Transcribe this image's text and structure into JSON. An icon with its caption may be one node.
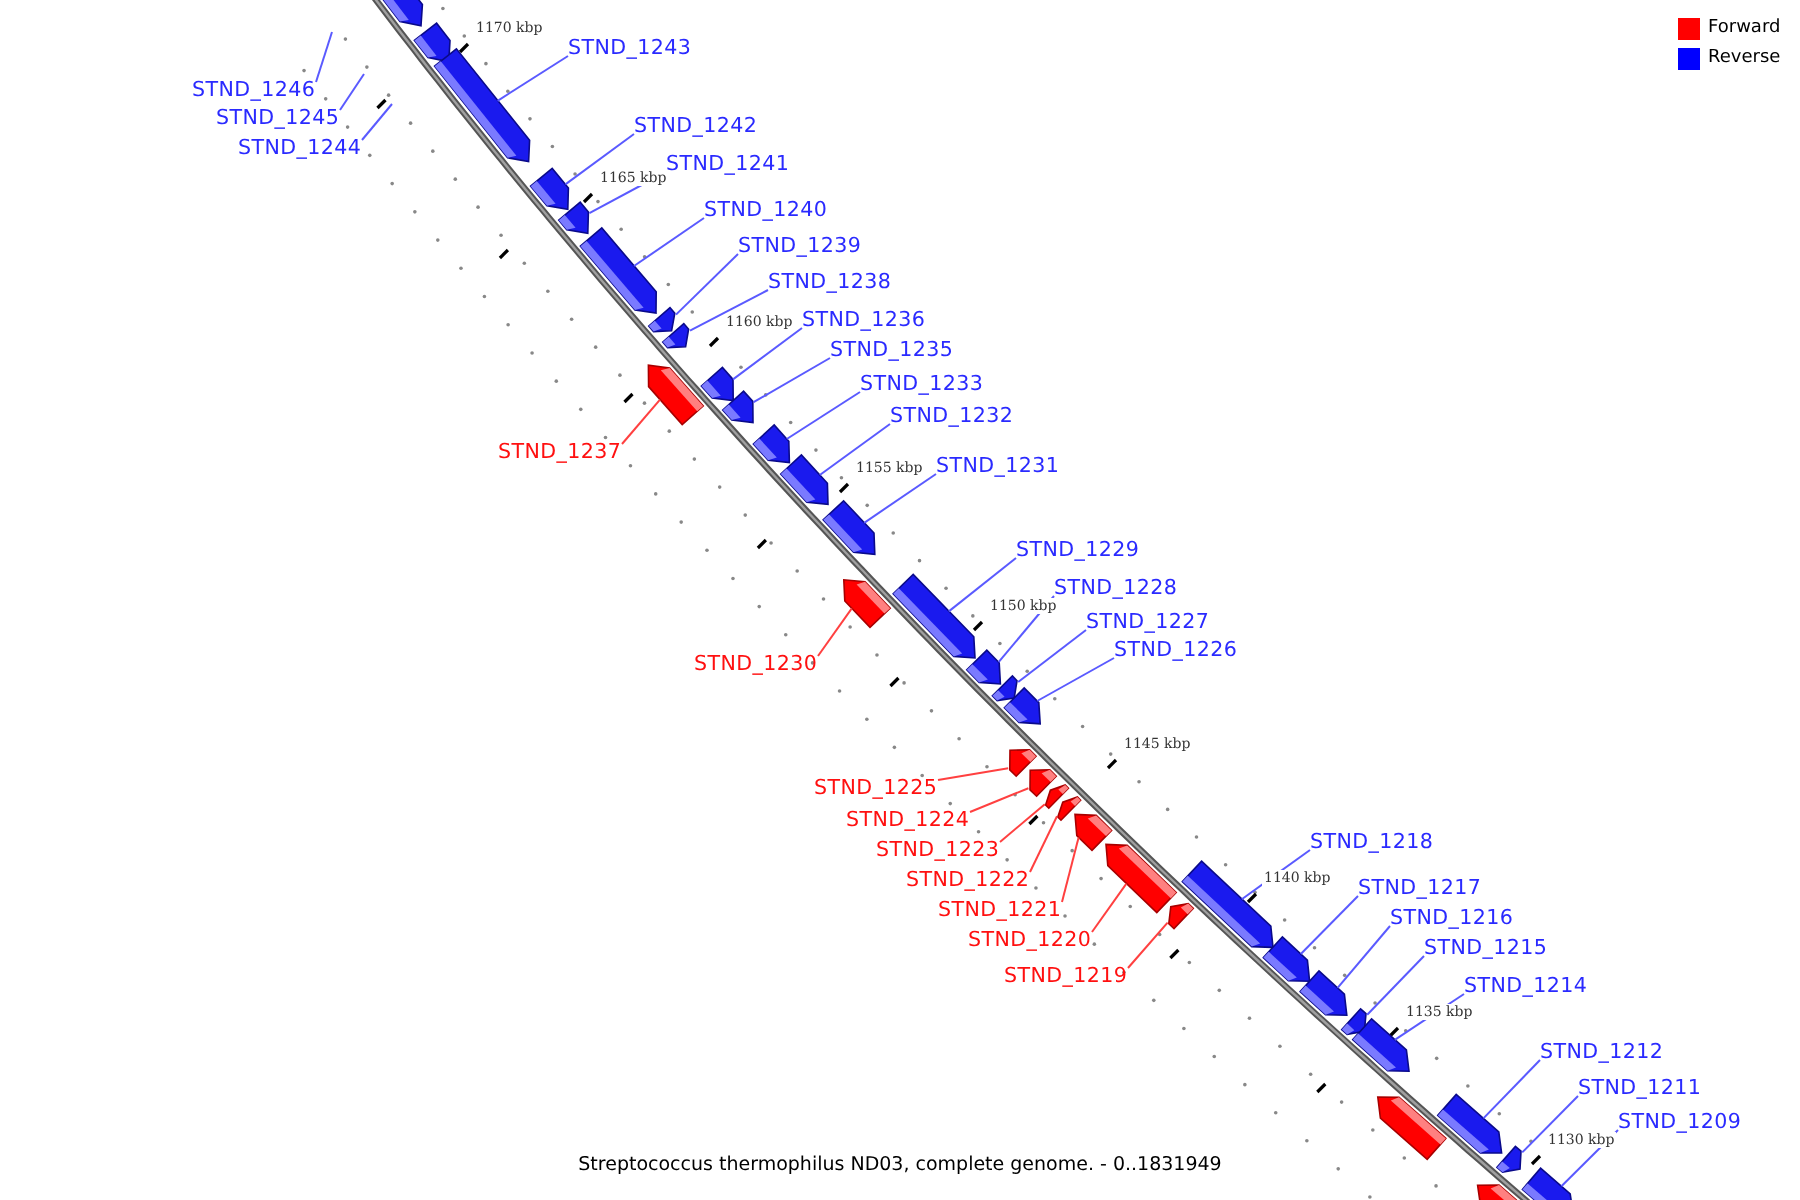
{
  "diagram": {
    "caption": "Streptococcus thermophilus ND03, complete genome. - 0..1831949",
    "nodes": [
      {
        "text": [],
        "shape": "pentagon"
      },
      {
        "text": [],
        "shape": "pentagon"
      },
      {
        "text": [
          "STND_1246"
        ]
      },
      {
        "text": [
          "STND_1245"
        ]
      },
      {
        "text": [
          "STND_1244"
        ]
      },
      {
        "text": [
          "STND_1243"
        ]
      },
      {
        "text": [],
        "shape": "pentagon"
      },
      {
        "text": [
          "STND_1242"
        ]
      },
      {
        "text": [],
        "shape": "pentagon"
      },
      {
        "text": [
          "STND_1241"
        ]
      },
      {
        "text": [],
        "shape": "pentagon"
      },
      {
        "text": [
          "STND_1240"
        ]
      },
      {
        "text": [],
        "shape": "pentagon"
      },
      {
        "text": [
          "STND_1239"
        ]
      },
      {
        "text": [],
        "shape": "pentagon"
      },
      {
        "text": [
          "STND_1238"
        ]
      },
      {
        "text": [],
        "shape": "pentagon"
      },
      {
        "text": [
          "STND_1237"
        ]
      },
      {
        "text": [],
        "shape": "pentagon"
      },
      {
        "text": [
          "STND_1236"
        ]
      },
      {
        "text": [],
        "shape": "pentagon"
      },
      {
        "text": [
          "STND_1235"
        ]
      },
      {
        "text": [],
        "shape": "pentagon"
      },
      {
        "text": [
          "STND_1233"
        ]
      },
      {
        "text": [],
        "shape": "pentagon"
      },
      {
        "text": [
          "STND_1232"
        ]
      },
      {
        "text": [],
        "shape": "pentagon"
      },
      {
        "text": [
          "STND_1231"
        ]
      },
      {
        "text": [],
        "shape": "pentagon"
      },
      {
        "text": [
          "STND_1229"
        ]
      },
      {
        "text": [],
        "shape": "pentagon"
      },
      {
        "text": [
          "STND_1230"
        ]
      },
      {
        "text": [],
        "shape": "pentagon"
      },
      {
        "text": [
          "STND_1228"
        ]
      },
      {
        "text": [],
        "shape": "pentagon"
      },
      {
        "text": [
          "STND_1227"
        ]
      },
      {
        "text": [],
        "shape": "pentagon"
      },
      {
        "text": [
          "STND_1226"
        ]
      },
      {
        "text": [],
        "shape": "pentagon"
      },
      {
        "text": [
          "STND_1225"
        ]
      },
      {
        "text": [],
        "shape": "pentagon"
      },
      {
        "text": [
          "STND_1224"
        ]
      },
      {
        "text": [],
        "shape": "pentagon"
      },
      {
        "text": [
          "STND_1223"
        ]
      },
      {
        "text": [],
        "shape": "pentagon"
      },
      {
        "text": [
          "STND_1222"
        ]
      },
      {
        "text": [],
        "shape": "pentagon"
      },
      {
        "text": [
          "STND_1221"
        ]
      },
      {
        "text": [],
        "shape": "pentagon"
      },
      {
        "text": [
          "STND_1220"
        ]
      },
      {
        "text": [],
        "shape": "pentagon"
      },
      {
        "text": [
          "STND_1219"
        ]
      },
      {
        "text": [],
        "shape": "pentagon"
      },
      {
        "text": [
          "STND_1218"
        ]
      },
      {
        "text": [],
        "shape": "pentagon"
      },
      {
        "text": [
          "STND_1217"
        ]
      },
      {
        "text": [],
        "shape": "pentagon"
      },
      {
        "text": [
          "STND_1216"
        ]
      },
      {
        "text": [],
        "shape": "pentagon"
      },
      {
        "text": [
          "STND_1215"
        ]
      },
      {
        "text": [],
        "shape": "pentagon"
      },
      {
        "text": [
          "STND_1214"
        ]
      },
      {
        "text": [],
        "shape": "pentagon"
      },
      {
        "text": [],
        "shape": "pentagon"
      },
      {
        "text": [
          "STND_1212"
        ]
      },
      {
        "text": [],
        "shape": "pentagon"
      },
      {
        "text": [
          "STND_1211"
        ]
      },
      {
        "text": [],
        "shape": "pentagon"
      },
      {
        "text": [
          "STND_1209"
        ]
      },
      {
        "text": [],
        "shape": "pentagon"
      },
      {
        "text": [],
        "shape": "pentagon"
      }
    ],
    "edges": [
      {
        "from": 2,
        "to": null,
        "arrow": "none"
      },
      {
        "from": 3,
        "to": null,
        "arrow": "none"
      },
      {
        "from": 4,
        "to": null,
        "arrow": "none"
      },
      {
        "from": 5,
        "to": 6,
        "arrow": "none"
      },
      {
        "from": 7,
        "to": 8,
        "arrow": "none"
      },
      {
        "from": 9,
        "to": 10,
        "arrow": "none"
      },
      {
        "from": 11,
        "to": 12,
        "arrow": "none"
      },
      {
        "from": 13,
        "to": 14,
        "arrow": "none"
      },
      {
        "from": 15,
        "to": 16,
        "arrow": "none"
      },
      {
        "from": 17,
        "to": 18,
        "arrow": "none",
        "color": "#ff4040"
      },
      {
        "from": 19,
        "to": 20,
        "arrow": "none"
      },
      {
        "from": 21,
        "to": 22,
        "arrow": "none"
      },
      {
        "from": 23,
        "to": 24,
        "arrow": "none"
      },
      {
        "from": 25,
        "to": 26,
        "arrow": "none"
      },
      {
        "from": 27,
        "to": 28,
        "arrow": "none"
      },
      {
        "from": 29,
        "to": 30,
        "arrow": "none"
      },
      {
        "from": 31,
        "to": 32,
        "arrow": "none",
        "color": "#ff4040"
      },
      {
        "from": 33,
        "to": 34,
        "arrow": "none"
      },
      {
        "from": 35,
        "to": 36,
        "arrow": "none"
      },
      {
        "from": 37,
        "to": 38,
        "arrow": "none"
      },
      {
        "from": 39,
        "to": 40,
        "arrow": "none",
        "color": "#ff4040"
      },
      {
        "from": 41,
        "to": 42,
        "arrow": "none",
        "color": "#ff4040"
      },
      {
        "from": 43,
        "to": 44,
        "arrow": "none",
        "color": "#ff4040"
      },
      {
        "from": 45,
        "to": 46,
        "arrow": "none",
        "color": "#ff4040"
      },
      {
        "from": 47,
        "to": 48,
        "arrow": "none",
        "color": "#ff4040"
      },
      {
        "from": 49,
        "to": 50,
        "arrow": "none",
        "color": "#ff4040"
      },
      {
        "from": 51,
        "to": 52,
        "arrow": "none",
        "color": "#ff4040"
      },
      {
        "from": 53,
        "to": 54,
        "arrow": "none"
      },
      {
        "from": 55,
        "to": 56,
        "arrow": "none"
      },
      {
        "from": 57,
        "to": 58,
        "arrow": "none"
      },
      {
        "from": 59,
        "to": 60,
        "arrow": "none"
      },
      {
        "from": 61,
        "to": 62,
        "arrow": "none"
      },
      {
        "from": 64,
        "to": 65,
        "arrow": "none"
      },
      {
        "from": 66,
        "to": 67,
        "arrow": "none"
      },
      {
        "from": 68,
        "to": 69,
        "arrow": "none"
      }
    ],
    "labels": [
      "1170 kbp",
      "1165 kbp",
      "1160 kbp",
      "1155 kbp",
      "1150 kbp",
      "1145 kbp",
      "1140 kbp",
      "1135 kbp",
      "1130 kbp"
    ],
    "legend": [
      {
        "text": "Forward",
        "color": "#ff0000"
      },
      {
        "text": "Reverse",
        "color": "#0000ff"
      }
    ]
  }
}
